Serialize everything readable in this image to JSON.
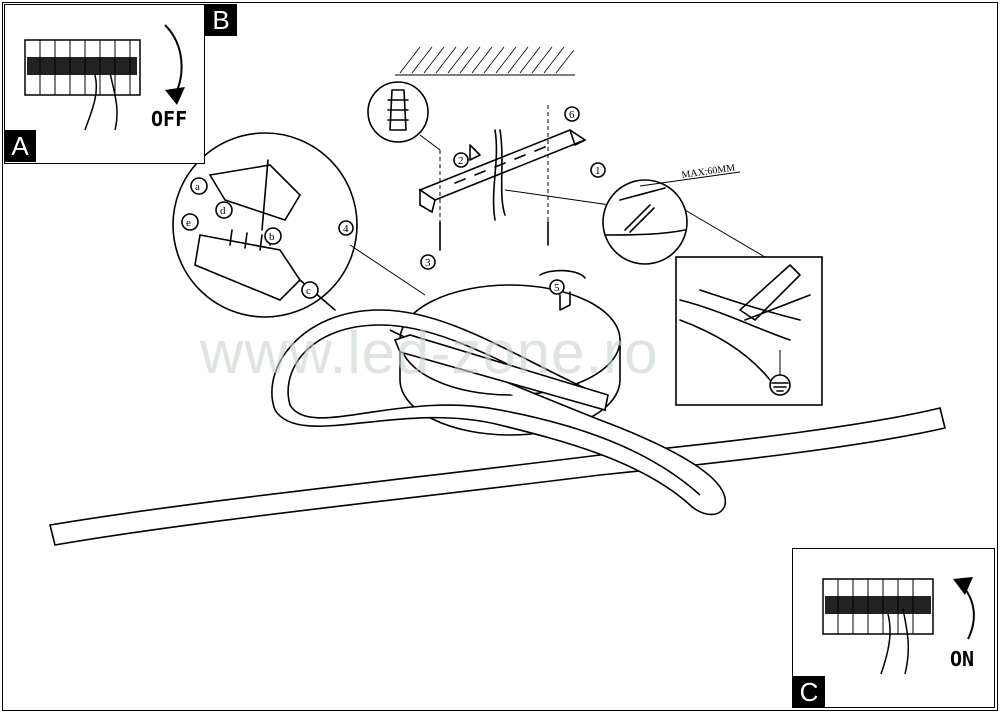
{
  "panels": {
    "a_label": "A",
    "b_label": "B",
    "c_label": "C",
    "off_text": "OFF",
    "on_text": "ON"
  },
  "annotations": {
    "max_length": "MAX:60MM",
    "steps": [
      "1",
      "2",
      "3",
      "4",
      "5",
      "6"
    ],
    "sub_steps": [
      "a",
      "b",
      "c",
      "d",
      "e"
    ]
  },
  "watermark": "www.led-zone.ro"
}
